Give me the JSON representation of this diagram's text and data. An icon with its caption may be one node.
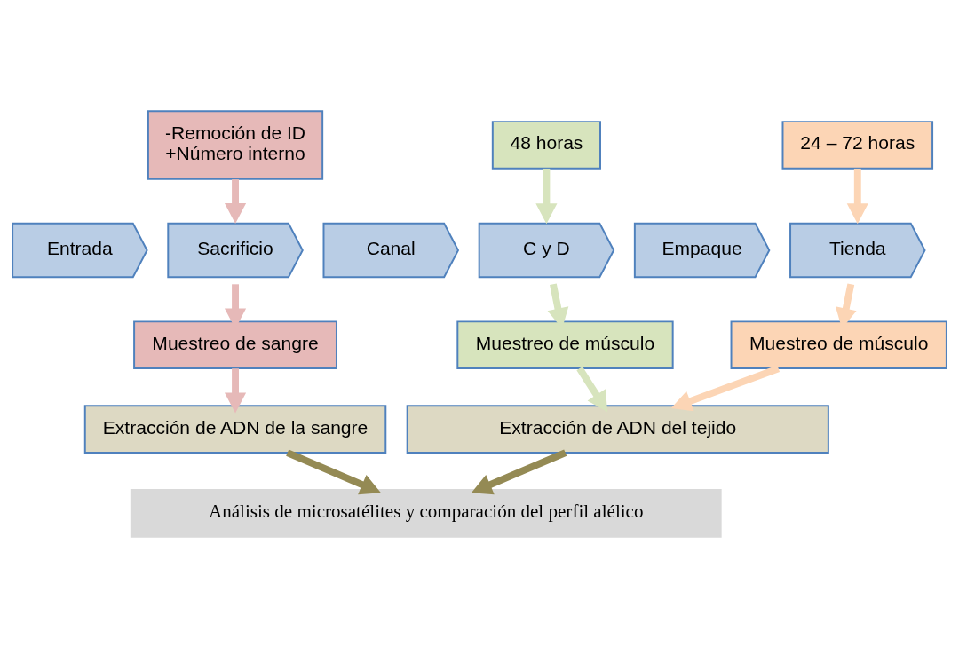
{
  "diagram": {
    "nodes": [
      {
        "text": [
          "-Remoción de ID",
          "+Número interno"
        ]
      },
      {
        "text": [
          "48 horas"
        ]
      },
      {
        "text": [
          "24 – 72 horas"
        ]
      },
      {
        "text": [
          "Entrada"
        ]
      },
      {
        "text": [
          "Sacrificio"
        ]
      },
      {
        "text": [
          "Canal"
        ]
      },
      {
        "text": [
          "C y D"
        ]
      },
      {
        "text": [
          "Empaque"
        ]
      },
      {
        "text": [
          "Tienda"
        ]
      },
      {
        "text": [
          "Muestreo de sangre"
        ]
      },
      {
        "text": [
          "Muestreo de músculo"
        ]
      },
      {
        "text": [
          "Muestreo de músculo"
        ]
      },
      {
        "text": [
          "Extracción de ADN de la sangre"
        ]
      },
      {
        "text": [
          "Extracción de ADN del tejido"
        ]
      },
      {
        "text": [
          "Análisis de microsatélites y comparación del perfil alélico"
        ]
      }
    ],
    "edges": [
      {
        "from": 0,
        "to": 4,
        "arrow": "to",
        "color": "#e6b9b8"
      },
      {
        "from": 4,
        "to": 9,
        "arrow": "to",
        "color": "#e6b9b8"
      },
      {
        "from": 1,
        "to": 6,
        "arrow": "to",
        "color": "#d7e4bd"
      },
      {
        "from": 6,
        "to": 10,
        "arrow": "to",
        "color": "#d7e4bd"
      },
      {
        "from": 2,
        "to": 8,
        "arrow": "to",
        "color": "#fcd5b5"
      },
      {
        "from": 8,
        "to": 11,
        "arrow": "to",
        "color": "#fcd5b5"
      },
      {
        "from": 9,
        "to": 12,
        "arrow": "to",
        "color": "#e6b9b8"
      },
      {
        "from": 10,
        "to": 13,
        "arrow": "to",
        "color": "#d7e4bd"
      },
      {
        "from": 11,
        "to": 13,
        "arrow": "to",
        "color": "#fcd5b5"
      },
      {
        "from": 12,
        "to": 14,
        "arrow": "to",
        "color": "#948a54"
      },
      {
        "from": 13,
        "to": 14,
        "arrow": "to",
        "color": "#948a54"
      }
    ]
  }
}
